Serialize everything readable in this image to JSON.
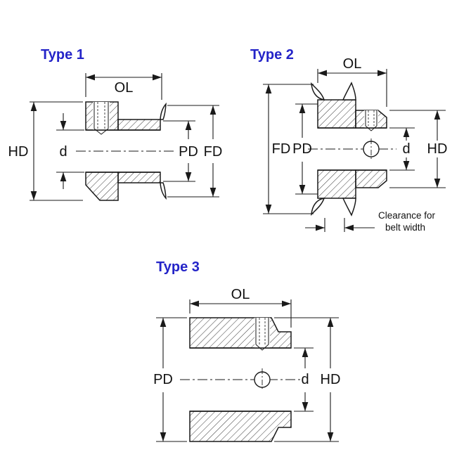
{
  "page": {
    "background": "#ffffff",
    "line_color": "#1a1a1a",
    "title_color": "#2424c8"
  },
  "type1": {
    "title": "Type 1",
    "dims": {
      "ol": "OL",
      "hd": "HD",
      "d": "d",
      "pd": "PD",
      "fd": "FD"
    }
  },
  "type2": {
    "title": "Type 2",
    "dims": {
      "ol": "OL",
      "fd": "FD",
      "pd": "PD",
      "d": "d",
      "hd": "HD"
    },
    "note_line1": "Clearance for",
    "note_line2": "belt width"
  },
  "type3": {
    "title": "Type 3",
    "dims": {
      "ol": "OL",
      "pd": "PD",
      "d": "d",
      "hd": "HD"
    }
  }
}
